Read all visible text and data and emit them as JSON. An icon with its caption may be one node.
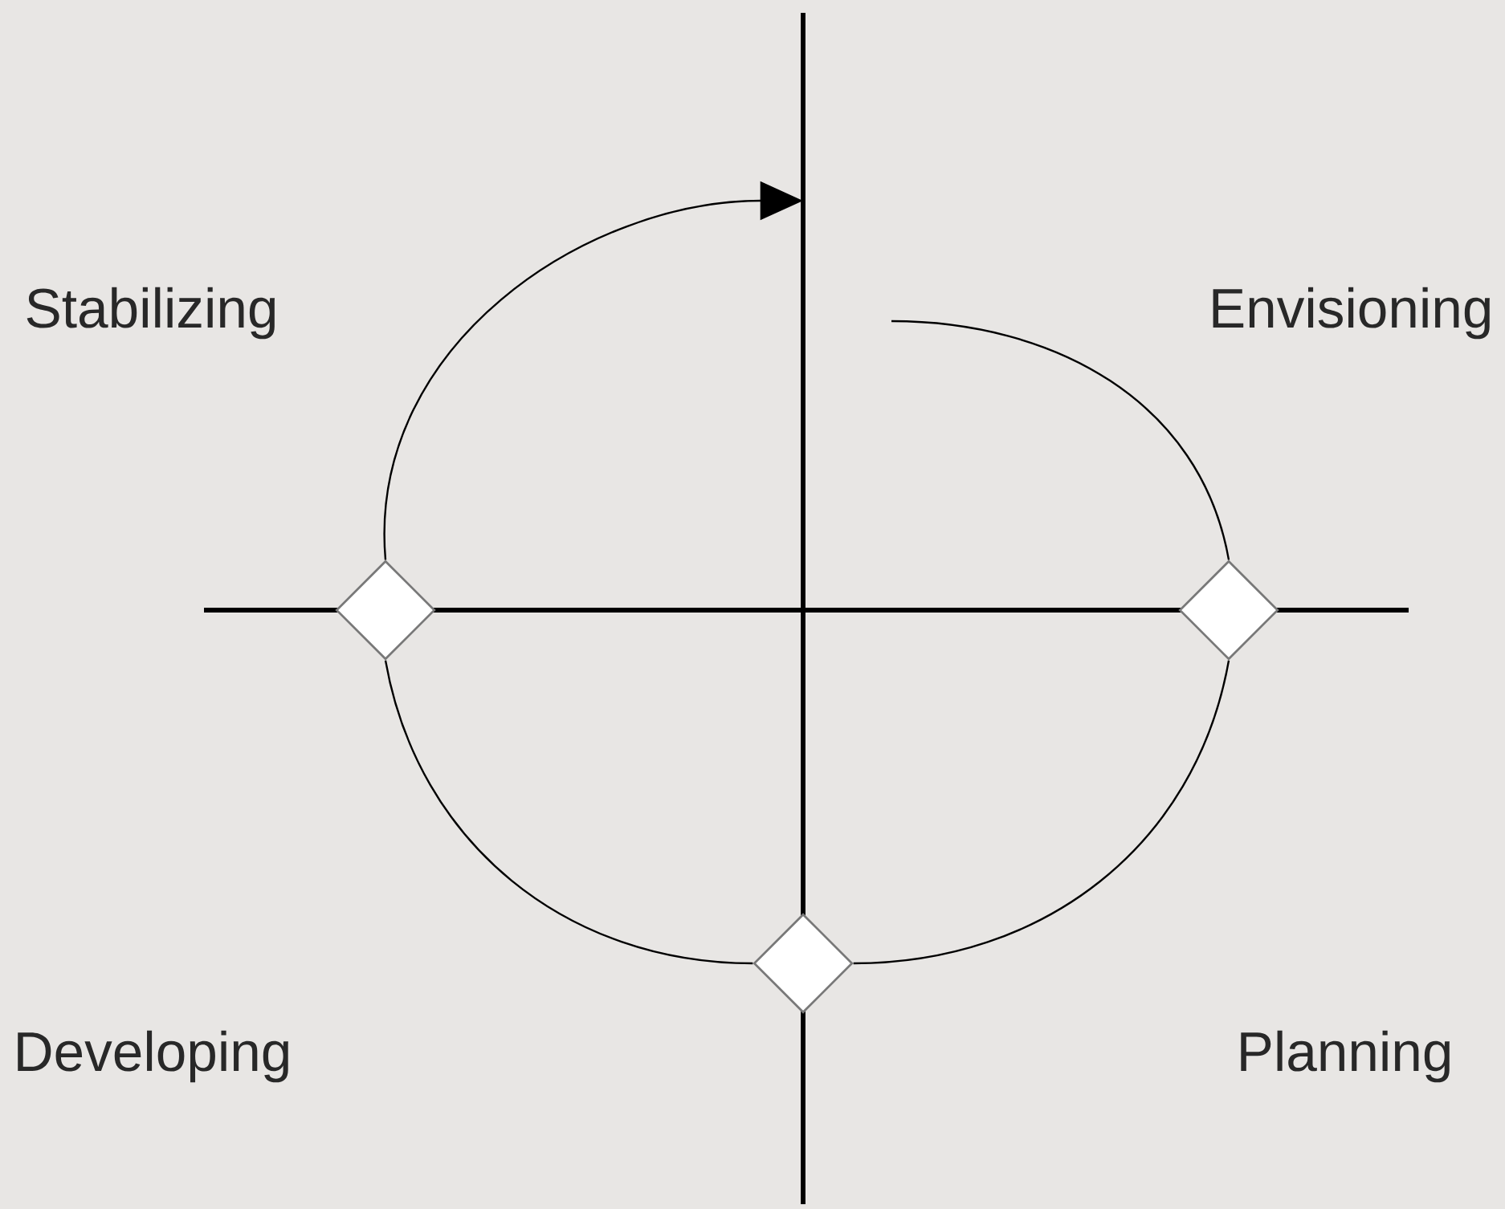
{
  "diagram": {
    "nodes": [
      {
        "text": [],
        "shape": "diamond"
      },
      {
        "text": [],
        "shape": "diamond"
      },
      {
        "text": [],
        "shape": "diamond"
      }
    ],
    "edges": [
      {
        "from": null,
        "to": 1,
        "arrow": "none"
      },
      {
        "from": 1,
        "to": 2,
        "arrow": "none"
      },
      {
        "from": 2,
        "to": 0,
        "arrow": "none"
      },
      {
        "from": 0,
        "to": null,
        "arrow": "to"
      }
    ],
    "labels": [
      "Stabilizing",
      "Envisioning",
      "Developing",
      "Planning"
    ]
  }
}
